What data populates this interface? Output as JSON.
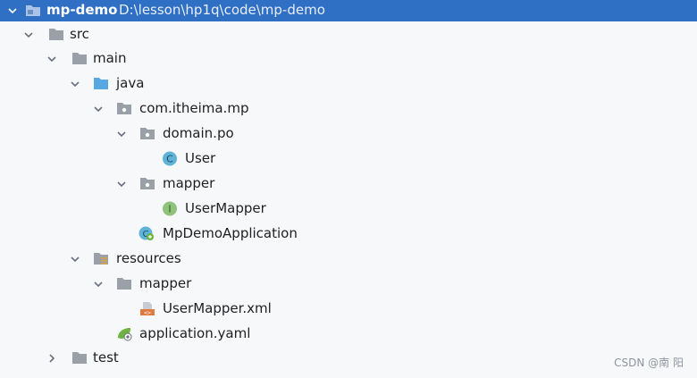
{
  "tree": {
    "root": {
      "label": "mp-demo",
      "path": "D:\\lesson\\hp1q\\code\\mp-demo"
    },
    "items": [
      {
        "label": "src"
      },
      {
        "label": "main"
      },
      {
        "label": "java"
      },
      {
        "label": "com.itheima.mp"
      },
      {
        "label": "domain.po"
      },
      {
        "label": "User"
      },
      {
        "label": "mapper"
      },
      {
        "label": "UserMapper"
      },
      {
        "label": "MpDemoApplication"
      },
      {
        "label": "resources"
      },
      {
        "label": "mapper"
      },
      {
        "label": "UserMapper.xml"
      },
      {
        "label": "application.yaml"
      },
      {
        "label": "test"
      }
    ]
  },
  "icons": {
    "class_badge_letter": "C",
    "interface_badge_letter": "I",
    "xml_badge_text": "<>"
  },
  "watermark": "CSDN @南 阳",
  "colors": {
    "selection": "#2f6fc4",
    "folder": "#9aa0a8",
    "source_folder": "#57a8e0",
    "class_icon": "#5fb3d9",
    "interface_icon": "#8fc27a",
    "xml_icon": "#e07b3f"
  }
}
